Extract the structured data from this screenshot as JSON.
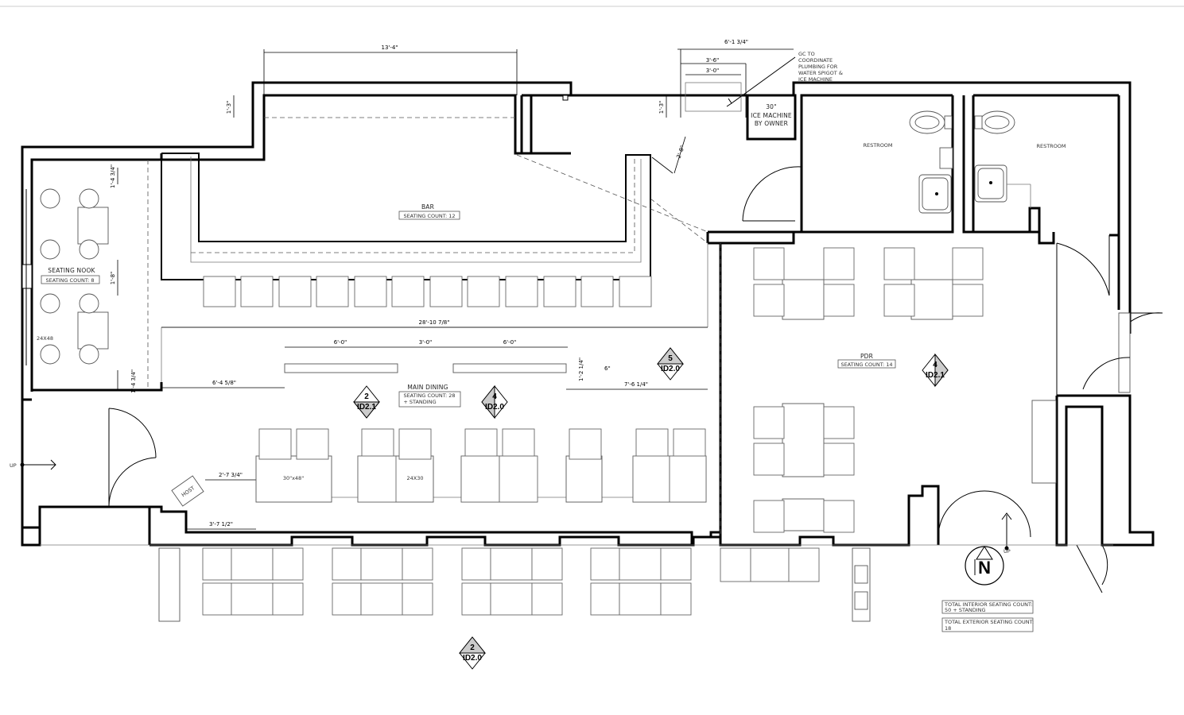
{
  "rooms": {
    "bar": {
      "name": "BAR",
      "count": "SEATING COUNT: 12"
    },
    "seating_nook": {
      "name": "SEATING NOOK",
      "count": "SEATING COUNT: 8"
    },
    "main_dining": {
      "name": "MAIN DINING",
      "count_line1": "SEATING COUNT: 28",
      "count_line2": "+ STANDING"
    },
    "pdr": {
      "name": "PDR",
      "count": "SEATING COUNT: 14"
    },
    "restroom_1": {
      "name": "RESTROOM"
    },
    "restroom_2": {
      "name": "RESTROOM"
    }
  },
  "ice_machine": {
    "line1": "30\"",
    "line2": "ICE MACHINE",
    "line3": "BY OWNER"
  },
  "gc_note": [
    "GC TO",
    "COORDINATE",
    "PLUMBING FOR",
    "WATER SPIGOT &",
    "ICE MACHINE"
  ],
  "table_labels": {
    "nook_table": "24X48",
    "dining_table_1": "30\"x48\"",
    "dining_table_2": "24X30",
    "host": "HOST"
  },
  "stair_labels": {
    "left": "UP",
    "right": "UP"
  },
  "north_arrow": "N",
  "dimensions": {
    "top_bar": "13'-4\"",
    "top_right_1": "6'-1 3/4\"",
    "top_right_2": "3'-6\"",
    "top_right_3": "3'-0\"",
    "left_riser": "1'-3\"",
    "right_riser": "1'-3\"",
    "diag": "2'-8\"",
    "nook_top": "1'-4 3/4\"",
    "nook_mid": "1'-8\"",
    "nook_bottom": "1'-4 3/4\"",
    "main_width": "28'-10 7/8\"",
    "bench_left": "6'-0\"",
    "bench_gap": "3'-0\"",
    "bench_right": "6'-0\"",
    "bench_depth": "6\"",
    "bench_small": "1'-2 1/4\"",
    "left_offset": "6'-4 5/8\"",
    "right_offset": "7'-6 1/4\"",
    "host_dim1": "2'-7 3/4\"",
    "host_dim2": "3'-7 1/2\""
  },
  "section_tags": [
    {
      "num": "5",
      "ref": "ID2.0"
    },
    {
      "num": "2",
      "ref": "ID2.1"
    },
    {
      "num": "4",
      "ref": "ID2.0"
    },
    {
      "num": "4",
      "ref": "ID2.1"
    },
    {
      "num": "2",
      "ref": "ID2.0"
    }
  ],
  "totals": {
    "interior_line1": "TOTAL INTERIOR SEATING COUNT:",
    "interior_line2": "50 + STANDING",
    "exterior_line1": "TOTAL EXTERIOR SEATING COUNT:",
    "exterior_line2": "18"
  }
}
